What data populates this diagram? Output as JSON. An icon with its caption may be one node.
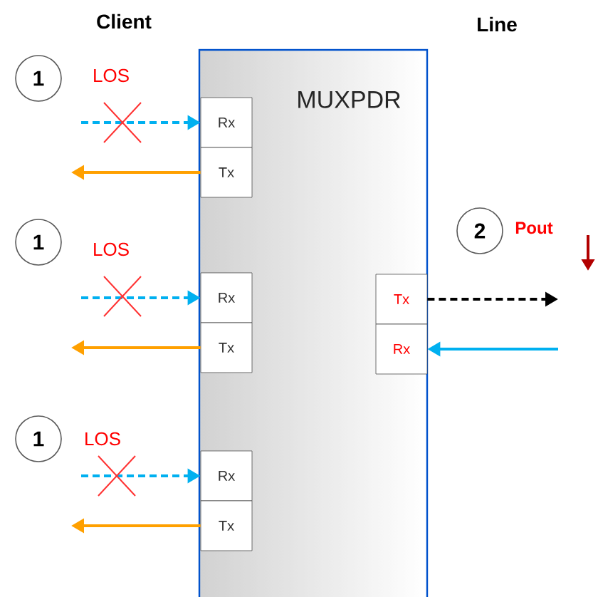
{
  "diagram": {
    "nodes": [
      {
        "text": [
          "MUXPDR"
        ]
      },
      {
        "text": [
          "Rx"
        ],
        "in": 0
      },
      {
        "text": [
          "Tx"
        ],
        "in": 0
      },
      {
        "text": [
          "Rx"
        ],
        "in": 0
      },
      {
        "text": [
          "Tx"
        ],
        "in": 0
      },
      {
        "text": [
          "Rx"
        ],
        "in": 0
      },
      {
        "text": [
          "Tx"
        ],
        "in": 0
      },
      {
        "text": [
          "Tx"
        ],
        "in": 0
      },
      {
        "text": [
          "Rx"
        ],
        "in": 0
      },
      {
        "text": [
          "1"
        ]
      },
      {
        "text": [
          "1"
        ]
      },
      {
        "text": [
          "1"
        ]
      },
      {
        "text": [
          "2"
        ]
      }
    ],
    "edges": [
      {
        "from": null,
        "to": 1,
        "arrow": "to",
        "style": "dashed",
        "color": "#00b0f0"
      },
      {
        "from": 2,
        "to": null,
        "arrow": "to",
        "color": "#ffa000"
      },
      {
        "from": null,
        "to": 3,
        "arrow": "to",
        "style": "dashed",
        "color": "#00b0f0"
      },
      {
        "from": 4,
        "to": null,
        "arrow": "to",
        "color": "#ffa000"
      },
      {
        "from": null,
        "to": 5,
        "arrow": "to",
        "style": "dashed",
        "color": "#00b0f0"
      },
      {
        "from": 6,
        "to": null,
        "arrow": "to",
        "color": "#ffa000"
      },
      {
        "from": 7,
        "to": null,
        "arrow": "to",
        "style": "dashed",
        "color": "#000000"
      },
      {
        "from": null,
        "to": 8,
        "arrow": "to",
        "color": "#00b0f0"
      }
    ],
    "labels": [
      "Client",
      "Line",
      "LOS",
      "Pout",
      "LOS",
      "LOS"
    ]
  }
}
